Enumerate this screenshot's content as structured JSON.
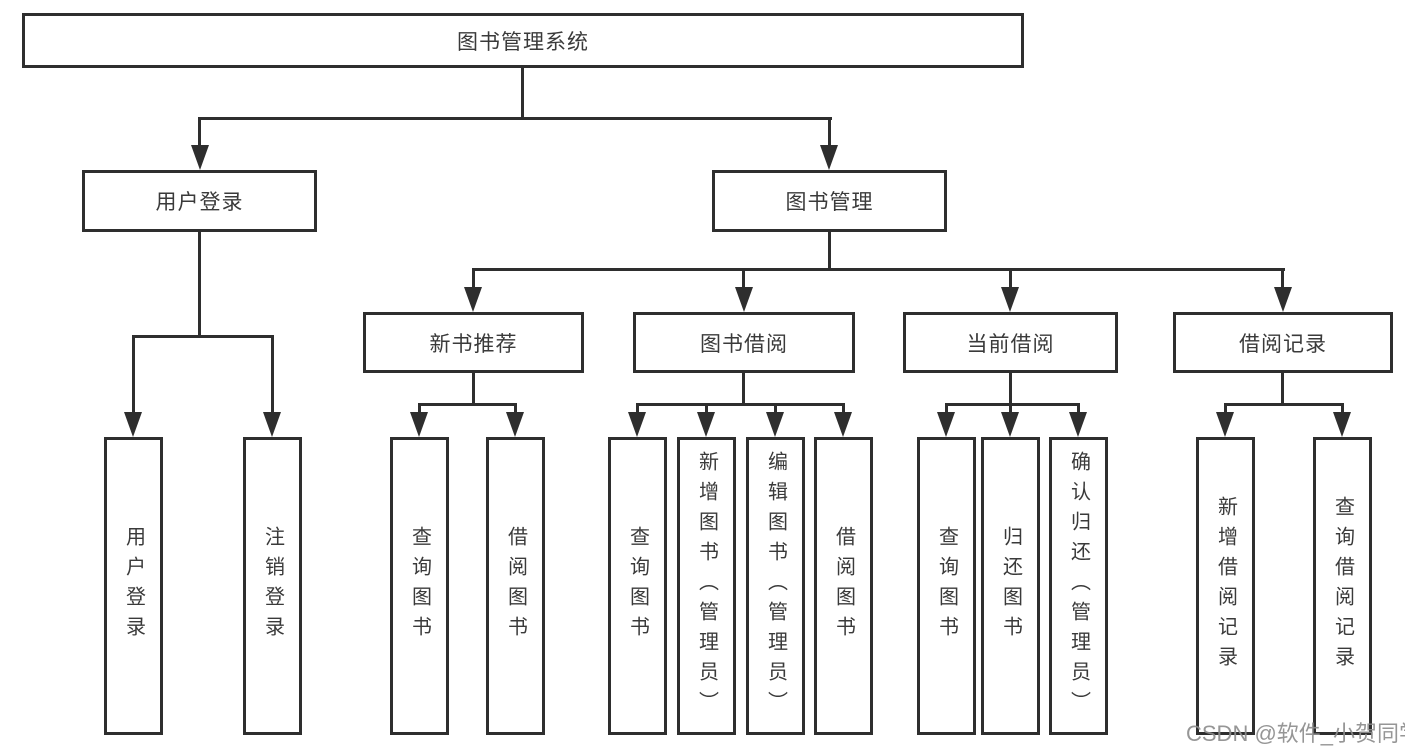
{
  "tree": {
    "root": "图书管理系统",
    "user_login": {
      "label": "用户登录",
      "children": [
        "用户登录",
        "注销登录"
      ]
    },
    "book_mgmt": {
      "label": "图书管理",
      "sections": [
        {
          "label": "新书推荐",
          "children": [
            "查询图书",
            "借阅图书"
          ]
        },
        {
          "label": "图书借阅",
          "children": [
            "查询图书",
            "新增图书（管理员）",
            "编辑图书（管理员）",
            "借阅图书"
          ]
        },
        {
          "label": "当前借阅",
          "children": [
            "查询图书",
            "归还图书",
            "确认归还（管理员）"
          ]
        },
        {
          "label": "借阅记录",
          "children": [
            "新增借阅记录",
            "查询借阅记录"
          ]
        }
      ]
    }
  },
  "watermark": {
    "text": "CSDN @软件_小贺同学"
  },
  "colors": {
    "line": "#2e2e2e",
    "text": "#3a3a3a",
    "watermark": "#8d8d8d",
    "background": "#ffffff"
  }
}
